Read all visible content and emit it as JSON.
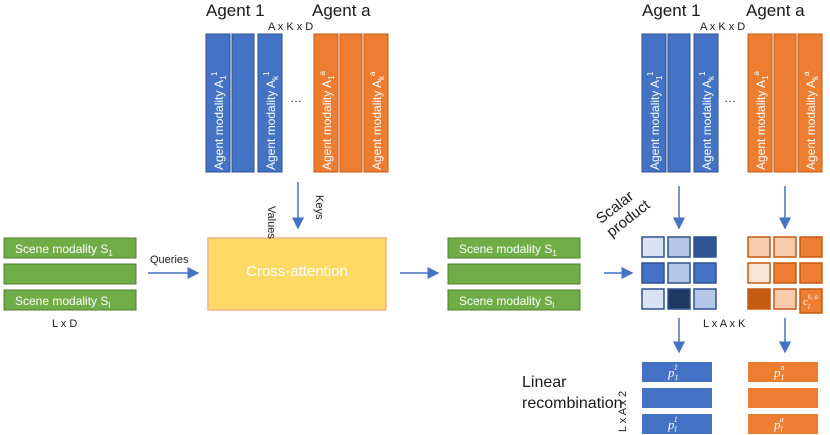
{
  "colors": {
    "blue": "#4472c4",
    "orange": "#ed7d31",
    "green": "#70ad47",
    "yellow": "#ffd966",
    "yellow_border": "#f4b183"
  },
  "left_panel": {
    "agent_1_header": "Agent 1",
    "agent_a_header": "Agent a",
    "dims": "A x K x D",
    "ellipsis": "…",
    "agent_bars": {
      "blue_first": {
        "text": "Agent modality A",
        "sub": "1",
        "sup": "1"
      },
      "blue_last": {
        "text": "Agent modality A",
        "sub": "k",
        "sup": "1"
      },
      "orange_first": {
        "text": "Agent modality A",
        "sub": "1",
        "sup": "a"
      },
      "orange_last": {
        "text": "Agent modality A",
        "sub": "k",
        "sup": "a"
      }
    },
    "values_label": "Values",
    "keys_label": "Keys",
    "queries_label": "Queries",
    "scene_bars": {
      "first": {
        "text": "Scene modality S",
        "sub": "1"
      },
      "last": {
        "text": "Scene modality S",
        "sub": "l"
      }
    },
    "scene_dims": "L x D",
    "cross_attention": "Cross-attention"
  },
  "right_panel": {
    "agent_1_header": "Agent 1",
    "agent_a_header": "Agent a",
    "dims": "A x K x D",
    "ellipsis": "…",
    "scene_bars": {
      "first": {
        "text": "Scene modality S",
        "sub": "1"
      },
      "last": {
        "text": "Scene modality S",
        "sub": "l"
      }
    },
    "scalar_product": [
      "Scalar",
      "product"
    ],
    "grid_dims": "L x A x K",
    "cell_label": {
      "base": "c",
      "sub": "l",
      "sup": "k, a"
    },
    "linear_recombination": [
      "Linear",
      "recombination"
    ],
    "output_dims": "L x A x 2",
    "outputs": {
      "blue_first": {
        "base": "p",
        "sub": "1",
        "sup": "1"
      },
      "blue_last": {
        "base": "p",
        "sub": "l",
        "sup": "1"
      },
      "orange_first": {
        "base": "p",
        "sub": "1",
        "sup": "a"
      },
      "orange_last": {
        "base": "p",
        "sub": "l",
        "sup": "a"
      }
    }
  }
}
